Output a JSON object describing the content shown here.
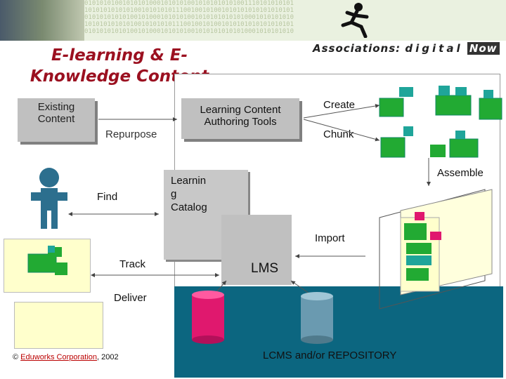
{
  "header": {
    "binary_text": "0101010100101010100010101010010101010101001110101010101\n1010101010101001010101011100100101001010101010101010101\n0101010101010010100010101010010101010101010001010101010\n1010101010101001010101011100100101001010101010101010101\n0101010101010010100010101010010101010101010001010101010"
  },
  "title": {
    "line1": "E-learning & E-",
    "line2": "Knowledge Content"
  },
  "logo": {
    "prefix": "Associations:",
    "middle": "digital",
    "suffix": "Now"
  },
  "diagram": {
    "existing_content": "Existing\nContent",
    "repurpose": "Repurpose",
    "authoring_tools": "Learning Content\nAuthoring Tools",
    "create": "Create",
    "chunk": "Chunk",
    "assemble": "Assemble",
    "find": "Find",
    "catalog": "Learnin\ng\nCatalog",
    "import": "Import",
    "track": "Track",
    "lms": "LMS",
    "deliver": "Deliver",
    "repository": "LCMS and/or REPOSITORY"
  },
  "footer": {
    "copyright_symbol": "©",
    "company": "Eduworks Corporation",
    "year": ", 2002"
  },
  "colors": {
    "title": "#9b1020",
    "blue_panel": "#0c6680",
    "green_block": "#22aa33",
    "teal_block": "#1fa59a",
    "magenta_db": "#e0186e",
    "steel_db": "#6a9ab0"
  }
}
